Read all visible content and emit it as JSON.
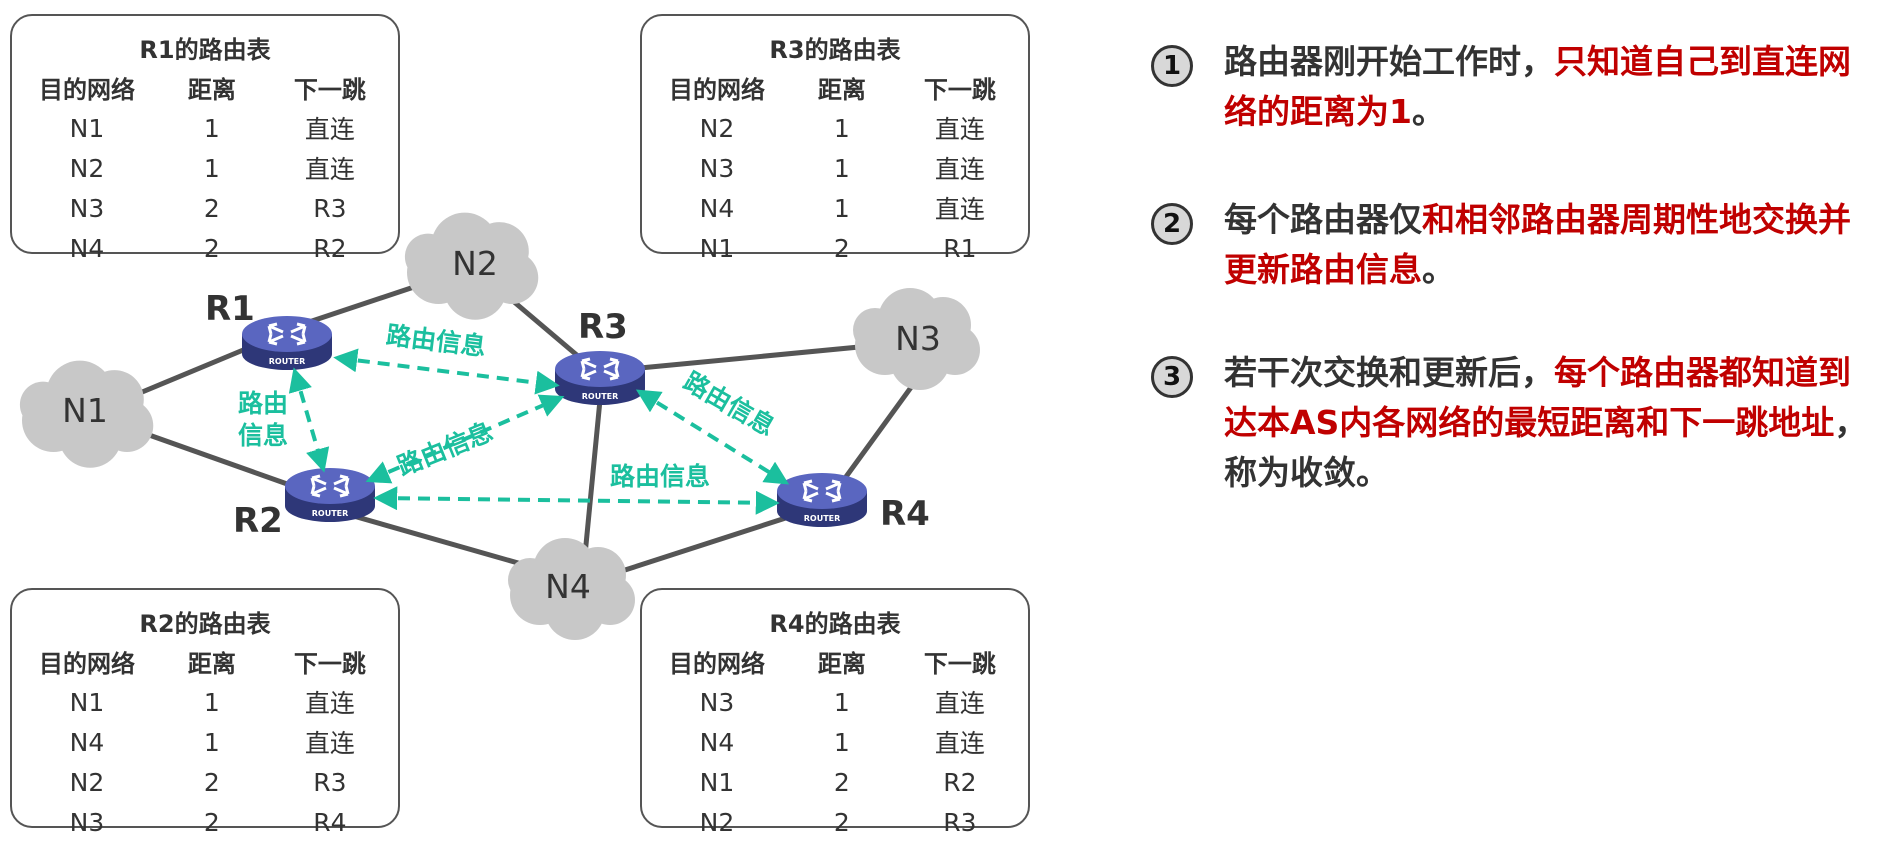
{
  "tables": [
    {
      "title": "R1的路由表",
      "headers": [
        "目的网络",
        "距离",
        "下一跳"
      ],
      "rows": [
        [
          "N1",
          "1",
          "直连"
        ],
        [
          "N2",
          "1",
          "直连"
        ],
        [
          "N3",
          "2",
          "R3"
        ],
        [
          "N4",
          "2",
          "R2"
        ]
      ]
    },
    {
      "title": "R3的路由表",
      "headers": [
        "目的网络",
        "距离",
        "下一跳"
      ],
      "rows": [
        [
          "N2",
          "1",
          "直连"
        ],
        [
          "N3",
          "1",
          "直连"
        ],
        [
          "N4",
          "1",
          "直连"
        ],
        [
          "N1",
          "2",
          "R1"
        ]
      ]
    },
    {
      "title": "R2的路由表",
      "headers": [
        "目的网络",
        "距离",
        "下一跳"
      ],
      "rows": [
        [
          "N1",
          "1",
          "直连"
        ],
        [
          "N4",
          "1",
          "直连"
        ],
        [
          "N2",
          "2",
          "R3"
        ],
        [
          "N3",
          "2",
          "R4"
        ]
      ]
    },
    {
      "title": "R4的路由表",
      "headers": [
        "目的网络",
        "距离",
        "下一跳"
      ],
      "rows": [
        [
          "N3",
          "1",
          "直连"
        ],
        [
          "N4",
          "1",
          "直连"
        ],
        [
          "N1",
          "2",
          "R2"
        ],
        [
          "N2",
          "2",
          "R3"
        ]
      ]
    }
  ],
  "diagram": {
    "networks": [
      "N1",
      "N2",
      "N3",
      "N4"
    ],
    "routers": [
      "R1",
      "R2",
      "R3",
      "R4"
    ],
    "router_tag": "ROUTER",
    "message": "路由信息",
    "message_split": [
      "路由",
      "信息"
    ]
  },
  "colors": {
    "accent": "#1bbf9e",
    "highlight": "#c00000",
    "router": "#3f4a9a",
    "cloud": "#c8c8c8"
  },
  "notes": [
    {
      "number": "1",
      "plain": "路由器刚开始工作时，",
      "highlight": "只知道自己到直连网络的距离为1",
      "tail": "。"
    },
    {
      "number": "2",
      "plain": "每个路由器仅",
      "highlight": "和相邻路由器周期性地交换并更新路由信息",
      "tail": "。"
    },
    {
      "number": "3",
      "plain": "若干次交换和更新后，",
      "highlight": "每个路由器都知道到达本AS内各网络的最短距离和下一跳地址",
      "tail": "，称为收敛。"
    }
  ]
}
